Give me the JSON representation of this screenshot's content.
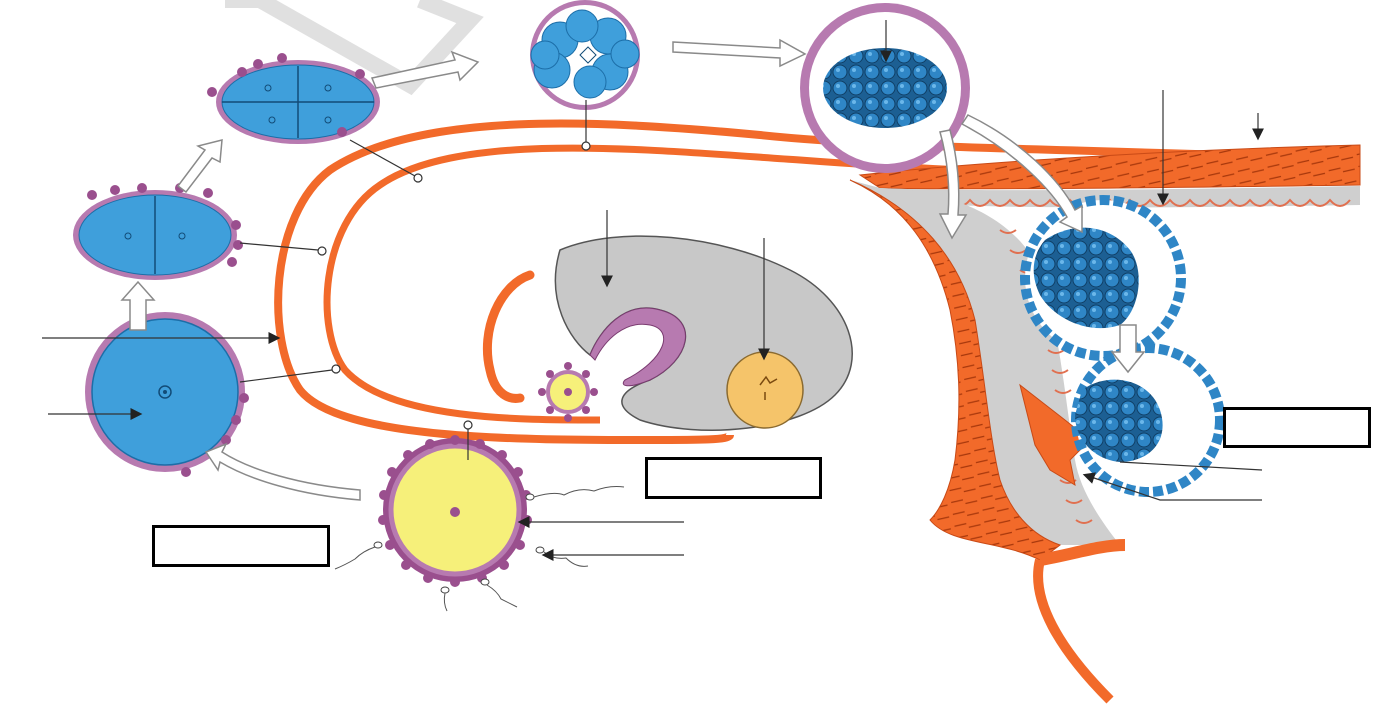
{
  "diagram": {
    "label_boxes": [
      {
        "id": "box-left",
        "text": ""
      },
      {
        "id": "box-middle",
        "text": ""
      },
      {
        "id": "box-right",
        "text": ""
      }
    ],
    "colors": {
      "cell_blue": "#3f9fdb",
      "cell_blue_dark": "#1c6ea8",
      "zona_purple": "#b77ab0",
      "granulosa_purple": "#9a4f8e",
      "ovum_yellow": "#f6f07a",
      "tube_orange": "#f26a2a",
      "tube_orange_dark": "#c94a16",
      "uterine_gray": "#c9c9c9",
      "ovary_gray": "#c8c8c8",
      "follicle_tan": "#f5c46a"
    }
  }
}
